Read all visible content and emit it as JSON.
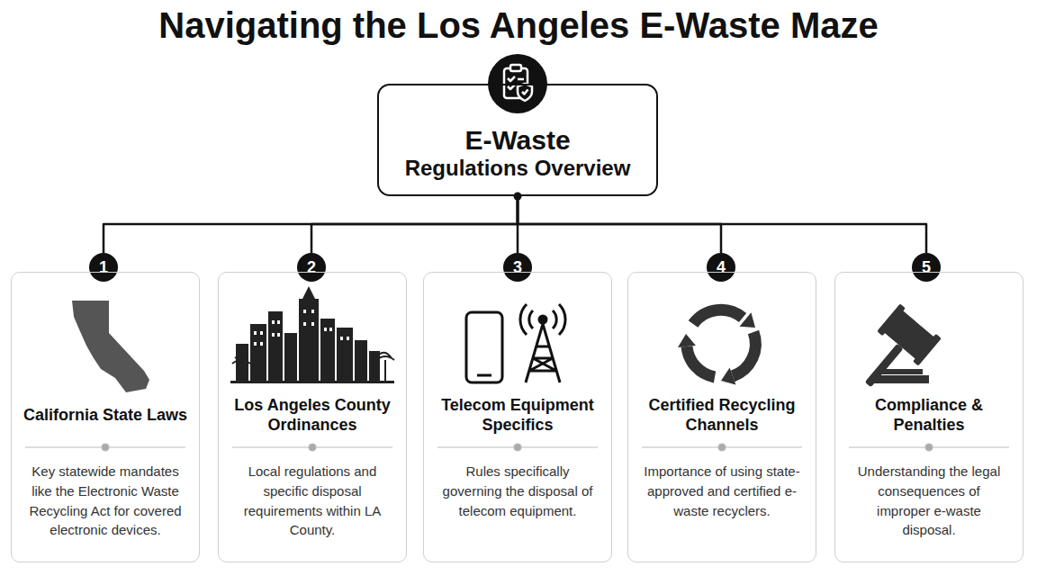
{
  "diagram": {
    "title": "Navigating the Los Angeles E-Waste Maze",
    "nodes": [
      {
        "text": [
          "E-Waste",
          "Regulations Overview"
        ]
      },
      {
        "text": [
          "1"
        ]
      },
      {
        "text": [
          "California State Laws",
          "Key statewide mandates like the Electronic Waste Recycling Act for covered electronic devices."
        ]
      },
      {
        "text": [
          "2"
        ]
      },
      {
        "text": [
          "Los Angeles County Ordinances",
          "Local regulations and specific disposal requirements within LA County."
        ]
      },
      {
        "text": [
          "3"
        ]
      },
      {
        "text": [
          "Telecom Equipment Specifics",
          "Rules specifically governing the disposal of telecom equipment."
        ]
      },
      {
        "text": [
          "4"
        ]
      },
      {
        "text": [
          "Certified Recycling Channels",
          "Importance of using state-approved and certified e-waste recyclers."
        ]
      },
      {
        "text": [
          "5"
        ]
      },
      {
        "text": [
          "Compliance & Penalties",
          "Understanding the legal consequences of improper e-waste disposal."
        ]
      }
    ],
    "edges": [
      {
        "from": 0,
        "to": 1,
        "arrow": "none"
      },
      {
        "from": 0,
        "to": 3,
        "arrow": "none"
      },
      {
        "from": 0,
        "to": 5,
        "arrow": "none"
      },
      {
        "from": 0,
        "to": 7,
        "arrow": "none"
      },
      {
        "from": 0,
        "to": 9,
        "arrow": "none"
      }
    ]
  }
}
